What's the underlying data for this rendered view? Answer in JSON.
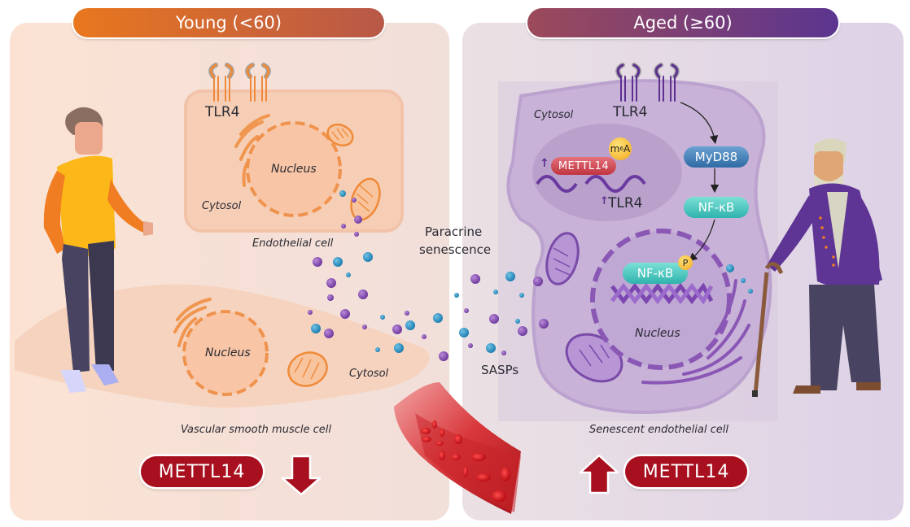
{
  "headers": {
    "young": "Young (<60)",
    "aged": "Aged (≥60)"
  },
  "young_panel": {
    "receptor_label": "TLR4",
    "endothelial_cell": {
      "nucleus_label": "Nucleus",
      "cytosol_label": "Cytosol",
      "cell_label": "Endothelial cell"
    },
    "vsmc": {
      "nucleus_label": "Nucleus",
      "cytosol_label": "Cytosol",
      "cell_label": "Vascular smooth muscle cell"
    },
    "mettl14_badge": "METTL14",
    "mettl14_direction": "down"
  },
  "center": {
    "paracrine_label_line1": "Paracrine",
    "paracrine_label_line2": "senescence",
    "sasps_label": "SASPs"
  },
  "aged_panel": {
    "receptor_label": "TLR4",
    "cytosol_label": "Cytosol",
    "mettl14_label": "METTL14",
    "m6a_label_main": "m",
    "m6a_label_sup": "6",
    "m6a_label_end": "A",
    "tlr4_mrna_label": "TLR4",
    "up_arrow_glyph": "↑",
    "myd88_label": "MyD88",
    "nfkb_label": "NF-κB",
    "nfkb_nuclear_label": "NF-κB",
    "phospho_label": "P",
    "nucleus_label": "Nucleus",
    "cell_label": "Senescent endothelial cell",
    "mettl14_badge": "METTL14",
    "mettl14_direction": "up"
  },
  "colors": {
    "mettl14_red": "#a8101f",
    "young_accent": "#e9771e",
    "aged_accent": "#5b3590",
    "myd88_blue": "#3f7cb5",
    "nfkb_teal": "#45c8c0",
    "sasp_purple": "#8a4cb0",
    "sasp_blue": "#2f8fc0"
  }
}
